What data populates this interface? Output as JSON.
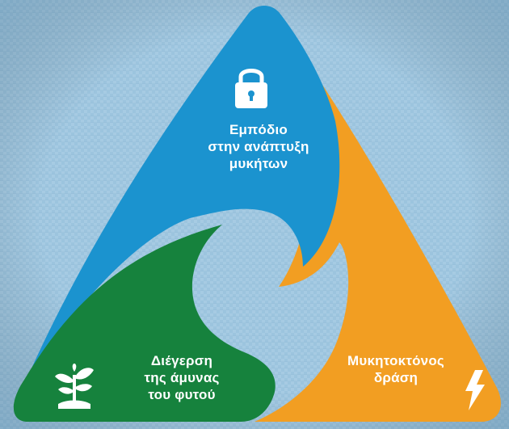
{
  "colors": {
    "background": "#9cc4de",
    "blue_segment": "#1b93cf",
    "orange_segment": "#f29e22",
    "green_segment": "#16823d",
    "text": "#ffffff"
  },
  "segments": [
    {
      "id": "blue",
      "label": "Εμπόδιο\nστην ανάπτυξη\nμυκήτων",
      "icon": "padlock-icon"
    },
    {
      "id": "green",
      "label": "Διέγερση\nτης άμυνας\nτου φυτού",
      "icon": "sprout-icon"
    },
    {
      "id": "orange",
      "label": "Μυκητοκτόνος\nδράση",
      "icon": "lightning-icon"
    }
  ]
}
